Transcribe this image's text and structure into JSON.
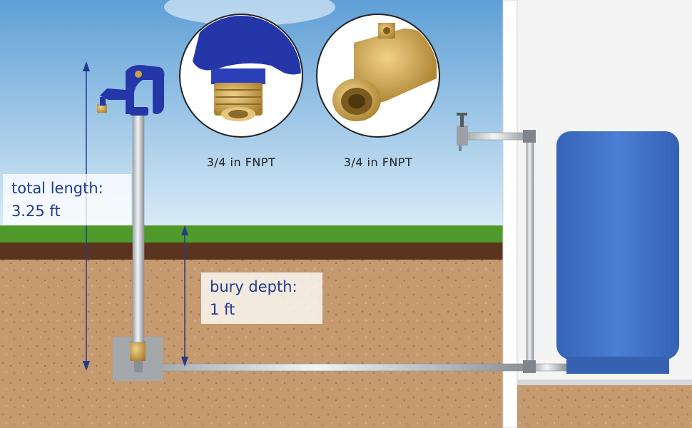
{
  "labels": {
    "total_length_line1": "total length:",
    "total_length_line2": "3.25 ft",
    "bury_depth_line1": "bury depth:",
    "bury_depth_line2": "1 ft",
    "inset_left_caption": "3/4 in FNPT",
    "inset_right_caption": "3/4 in FNPT"
  },
  "colors": {
    "sky_top": "#5f9fd6",
    "sky_bottom": "#d9ecf7",
    "grass": "#4f9a2a",
    "topsoil": "#5b3420",
    "soil": "#c59a6f",
    "hydrant_blue": "#2436a8",
    "tank_blue": "#3f72c8",
    "brass": "#c9a24a",
    "dimension_arrow": "#243a8c"
  }
}
